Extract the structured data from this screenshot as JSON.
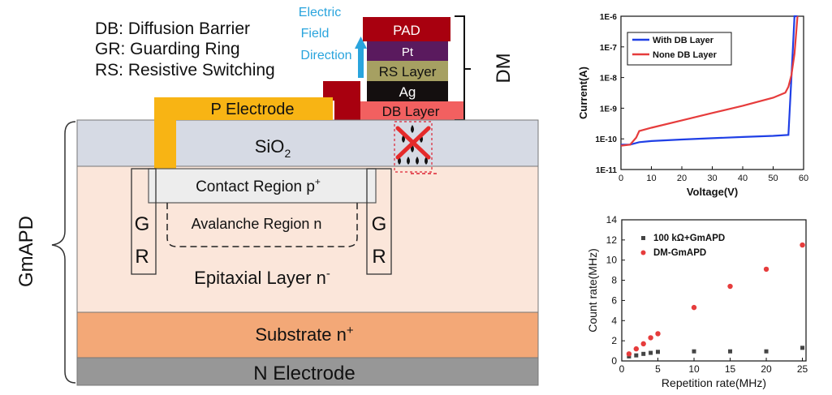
{
  "legend_lines": [
    "DB:  Diffusion Barrier",
    "GR:  Guarding Ring",
    "RS: Resistive Switching"
  ],
  "field_label": [
    "Electric",
    "Field",
    "Direction"
  ],
  "stack": {
    "pad": "PAD",
    "pt": "Pt",
    "rs": "RS Layer",
    "ag": "Ag",
    "db": "DB Layer"
  },
  "dm_label": "DM",
  "device": {
    "p_electrode": "P Electrode",
    "sio2_main": "SiO",
    "sio2_sub": "2",
    "contact_main": "Contact  Region p",
    "contact_sup": "+",
    "avalanche": "Avalanche Region n",
    "gr_g": "G",
    "gr_r": "R",
    "epitaxial_main": "Epitaxial Layer n",
    "epitaxial_sup": "-",
    "substrate_main": "Substrate n",
    "substrate_sup": "+",
    "n_electrode": "N Electrode"
  },
  "gmapd_label": "GmAPD",
  "colors": {
    "pad": "#a8000f",
    "pt": "#5a1a5e",
    "rs": "#a6a062",
    "ag": "#140f0f",
    "db": "#f26060",
    "p_electrode": "#f8b414",
    "sio2": "#d6dae4",
    "epitaxial": "#fbe6da",
    "contact": "#ededed",
    "substrate": "#f3a877",
    "n_electrode": "#979797",
    "arrow": "#29a4dd",
    "with_db": "#1f3fe6",
    "none_db": "#e63c3c",
    "gmapd_series": "#444444",
    "dm_series": "#e63c3c"
  },
  "chart_data": [
    {
      "type": "line",
      "xlabel": "Voltage(V)",
      "ylabel": "Current(A)",
      "xlim": [
        0,
        60
      ],
      "ylim": [
        1e-11,
        1e-06
      ],
      "yscale": "log",
      "xticks": [
        0,
        10,
        20,
        30,
        40,
        50,
        60
      ],
      "yticks": [
        1e-11,
        1e-10,
        1e-09,
        1e-08,
        1e-07,
        1e-06
      ],
      "ytick_labels": [
        "1E-11",
        "1E-10",
        "1E-9",
        "1E-8",
        "1E-7",
        "1E-6"
      ],
      "legend_position": "top-left",
      "series": [
        {
          "name": "With DB Layer",
          "color": "#1f3fe6",
          "x": [
            0,
            3,
            6,
            10,
            20,
            30,
            40,
            50,
            55,
            56,
            56.5,
            57,
            57.5,
            58
          ],
          "y": [
            6.5e-11,
            6.5e-11,
            7.8e-11,
            8.5e-11,
            9.5e-11,
            1.05e-10,
            1.15e-10,
            1.25e-10,
            1.35e-10,
            1e-08,
            1e-07,
            1e-06,
            1e-06,
            1e-06
          ]
        },
        {
          "name": "None DB Layer",
          "color": "#e63c3c",
          "x": [
            0,
            3,
            5,
            6,
            10,
            20,
            30,
            40,
            50,
            54,
            55,
            56,
            57,
            58
          ],
          "y": [
            6e-11,
            6.5e-11,
            1.1e-10,
            1.8e-10,
            2.3e-10,
            4e-10,
            7e-10,
            1.2e-09,
            2.2e-09,
            3.2e-09,
            5e-09,
            1.2e-08,
            6e-08,
            1e-06
          ]
        }
      ]
    },
    {
      "type": "scatter",
      "xlabel": "Repetition rate(MHz)",
      "ylabel": "Count rate(MHz)",
      "xlim": [
        0,
        25.5
      ],
      "ylim": [
        0,
        14
      ],
      "xticks": [
        0,
        5,
        10,
        15,
        20,
        25
      ],
      "yticks": [
        0,
        2,
        4,
        6,
        8,
        10,
        12,
        14
      ],
      "legend_position": "top-left",
      "series": [
        {
          "name": "100 kΩ+GmAPD",
          "color": "#444444",
          "marker": "square",
          "x": [
            1,
            2,
            3,
            4,
            5,
            10,
            15,
            20,
            25
          ],
          "y": [
            0.45,
            0.55,
            0.7,
            0.8,
            0.9,
            0.95,
            0.95,
            0.95,
            1.3
          ]
        },
        {
          "name": "DM-GmAPD",
          "color": "#e63c3c",
          "marker": "circle",
          "x": [
            1,
            2,
            3,
            4,
            5,
            10,
            15,
            20,
            25
          ],
          "y": [
            0.7,
            1.2,
            1.7,
            2.3,
            2.7,
            5.3,
            7.4,
            9.1,
            11.5
          ]
        }
      ]
    }
  ]
}
